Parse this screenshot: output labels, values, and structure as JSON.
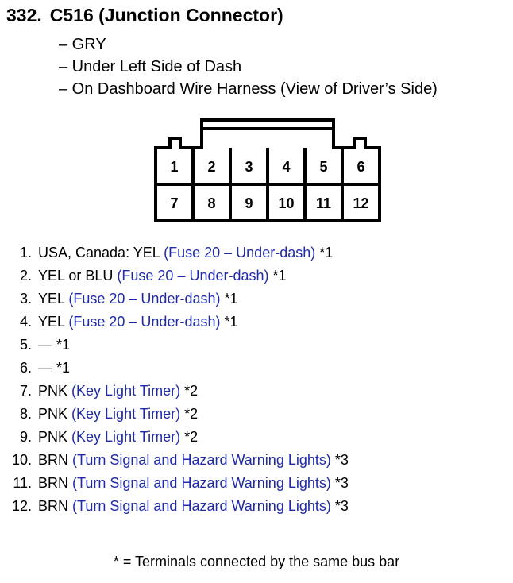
{
  "header": {
    "number": "332.",
    "title": "C516 (Junction Connector)",
    "details": [
      "– GRY",
      "– Under Left Side of Dash",
      "– On Dashboard Wire Harness (View of Driver’s Side)"
    ]
  },
  "connector": {
    "top_row": [
      "1",
      "2",
      "3",
      "4",
      "5",
      "6"
    ],
    "bottom_row": [
      "7",
      "8",
      "9",
      "10",
      "11",
      "12"
    ]
  },
  "pins": [
    {
      "num": "1.",
      "wire": "USA, Canada: YEL",
      "circuit": "(Fuse 20 – Under-dash)",
      "note": "*1"
    },
    {
      "num": "2.",
      "wire": "YEL or BLU",
      "circuit": "(Fuse 20 – Under-dash)",
      "note": "*1"
    },
    {
      "num": "3.",
      "wire": "YEL",
      "circuit": "(Fuse 20 – Under-dash)",
      "note": "*1"
    },
    {
      "num": "4.",
      "wire": "YEL",
      "circuit": "(Fuse 20 – Under-dash)",
      "note": "*1"
    },
    {
      "num": "5.",
      "wire": "—",
      "circuit": "",
      "note": "*1"
    },
    {
      "num": "6.",
      "wire": "—",
      "circuit": "",
      "note": "*1"
    },
    {
      "num": "7.",
      "wire": "PNK",
      "circuit": "(Key Light Timer)",
      "note": "*2"
    },
    {
      "num": "8.",
      "wire": "PNK",
      "circuit": "(Key Light Timer)",
      "note": "*2"
    },
    {
      "num": "9.",
      "wire": "PNK",
      "circuit": "(Key Light Timer)",
      "note": "*2"
    },
    {
      "num": "10.",
      "wire": "BRN",
      "circuit": "(Turn Signal and Hazard Warning Lights)",
      "note": "*3"
    },
    {
      "num": "11.",
      "wire": "BRN",
      "circuit": "(Turn Signal and Hazard Warning Lights)",
      "note": "*3"
    },
    {
      "num": "12.",
      "wire": "BRN",
      "circuit": "(Turn Signal and Hazard Warning Lights)",
      "note": "*3"
    }
  ],
  "footnote": "* = Terminals connected by the same bus bar",
  "colors": {
    "circuit_text": "#1f2aa8",
    "text": "#000000"
  }
}
